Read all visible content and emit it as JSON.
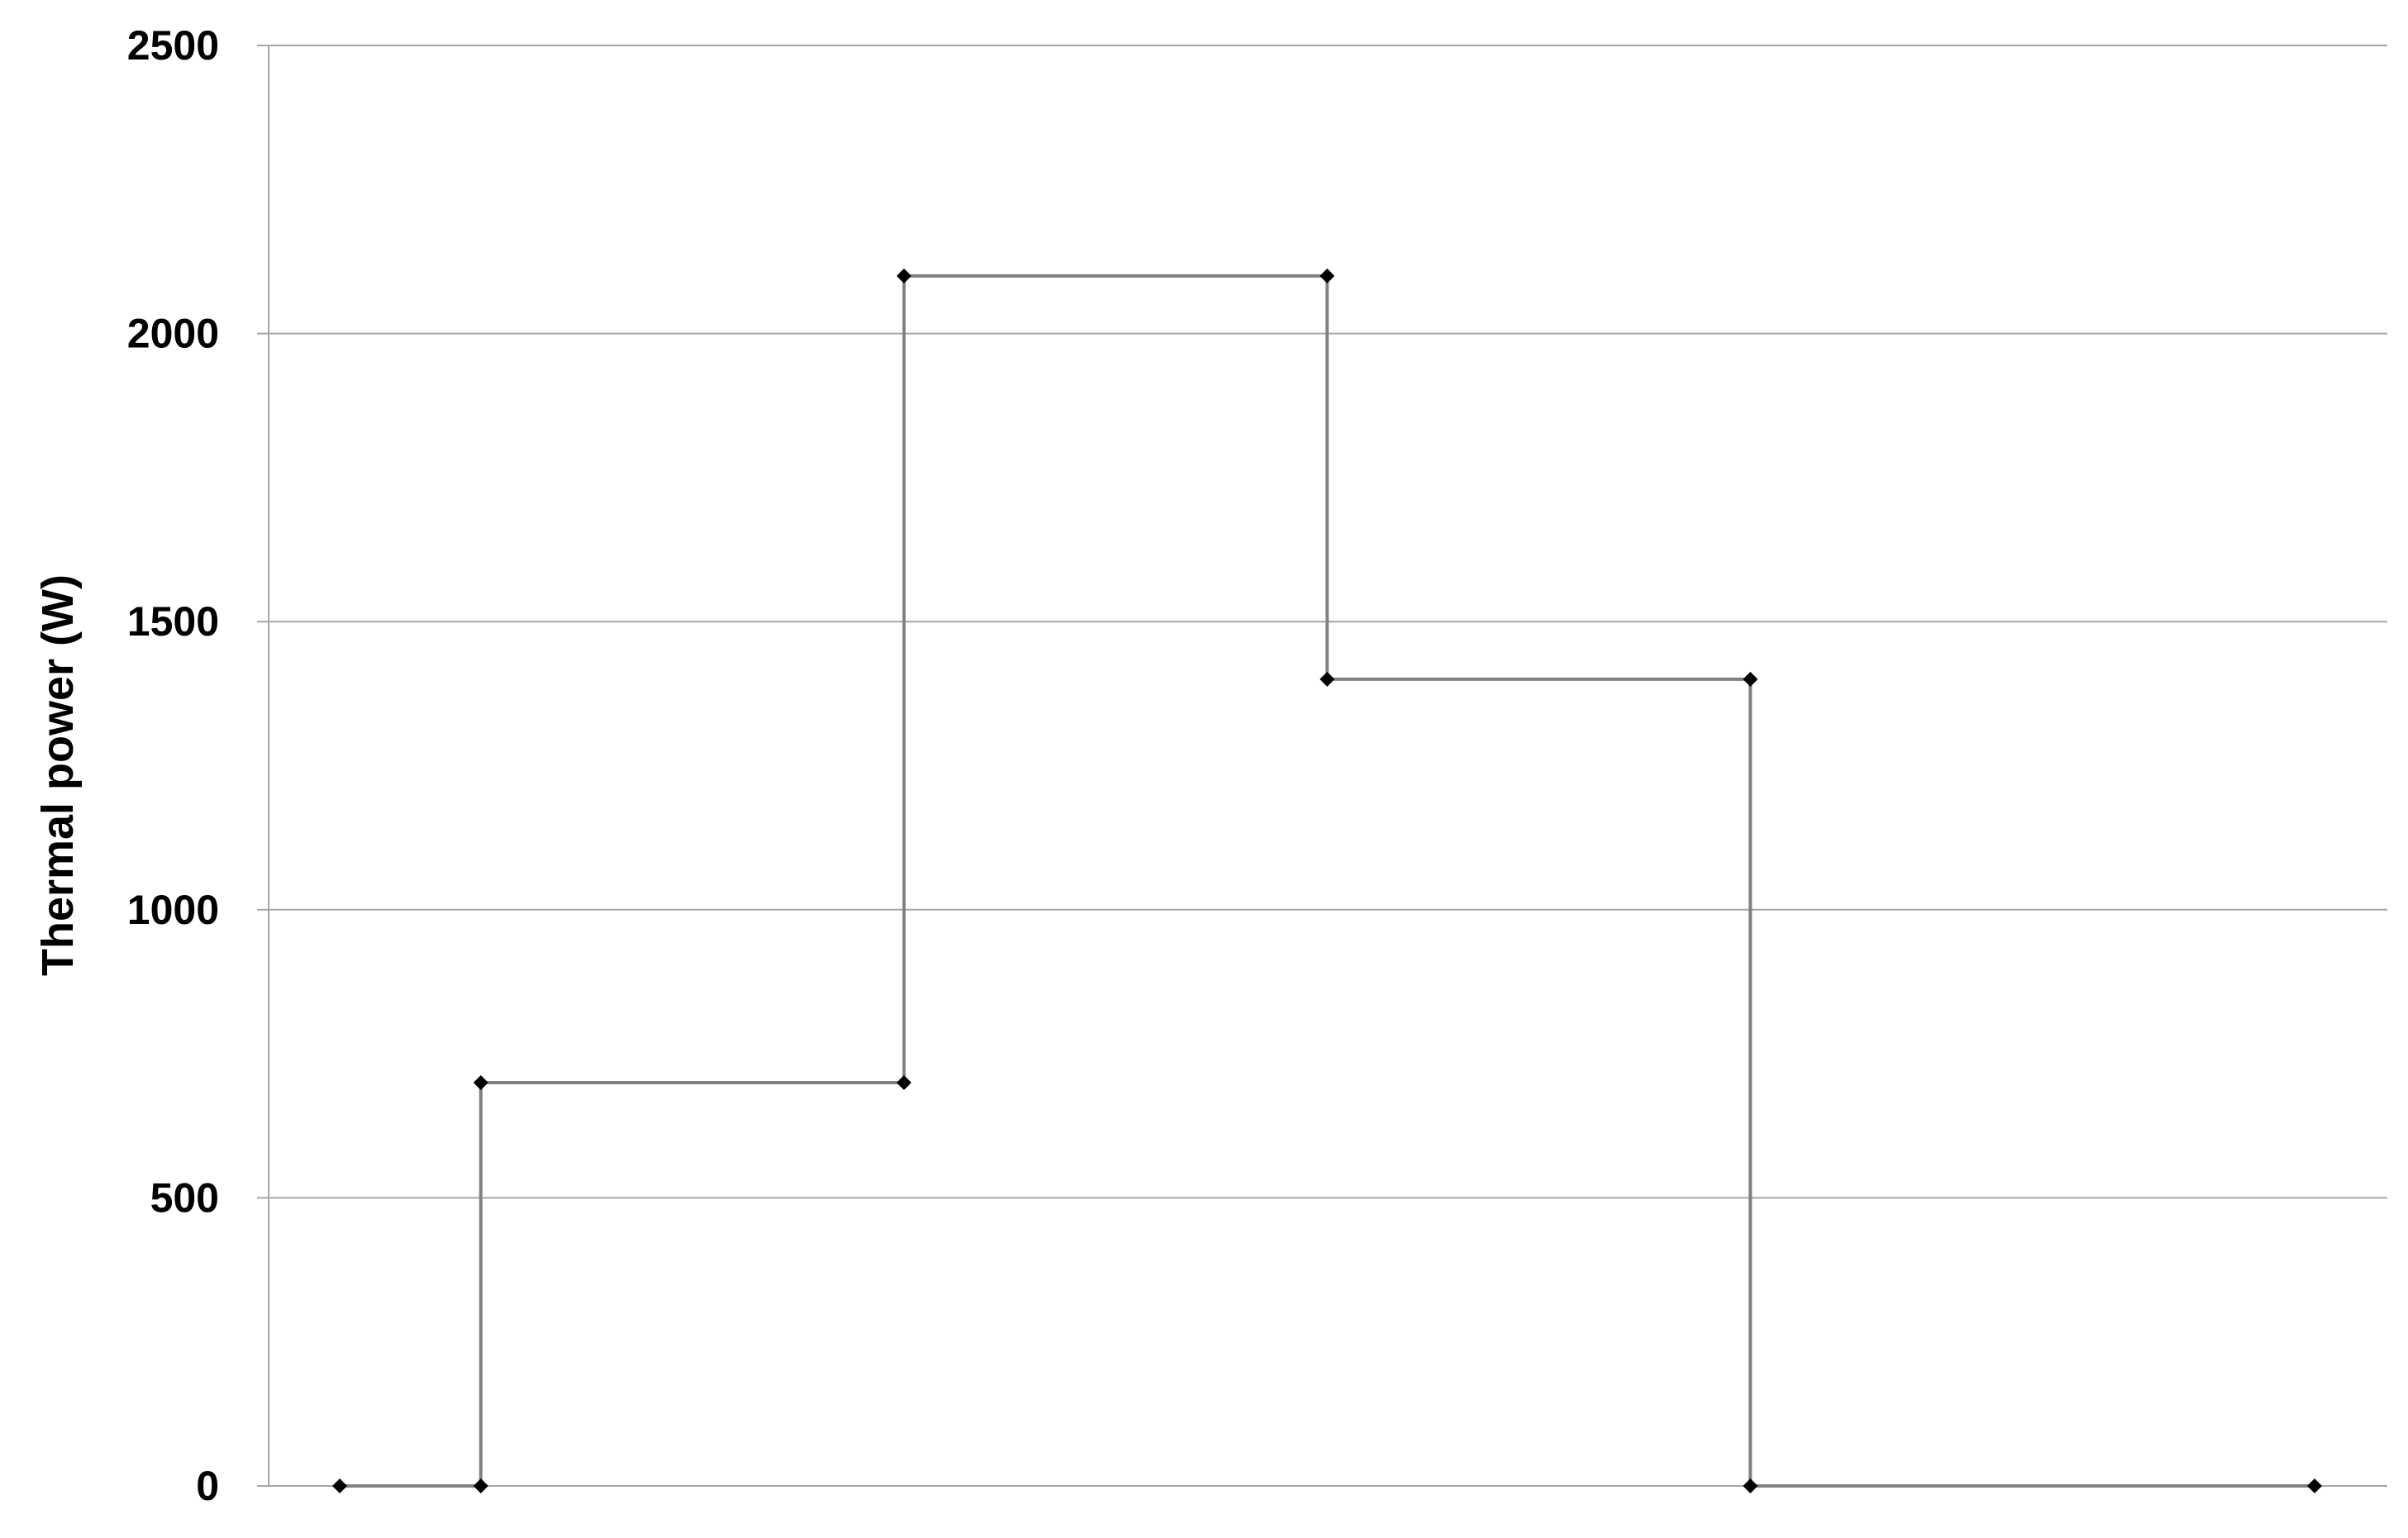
{
  "chart_data": {
    "type": "line",
    "title": "",
    "xlabel": "",
    "ylabel": "Thermal power (W)",
    "ylim": [
      0,
      2500
    ],
    "yticks": [
      "0",
      "500",
      "1000",
      "1500",
      "2000",
      "2500"
    ],
    "xticks_visible": false,
    "grid": true,
    "step": true,
    "series": [
      {
        "x": [
          0,
          1,
          1,
          4,
          4,
          7,
          7,
          10,
          10,
          14
        ],
        "y": [
          0,
          0,
          700,
          700,
          2100,
          2100,
          1400,
          1400,
          0,
          0
        ]
      }
    ],
    "colors": {
      "line": "#808080",
      "marker": "#000000",
      "grid": "#a6a6a6",
      "axis": "#a6a6a6"
    }
  }
}
